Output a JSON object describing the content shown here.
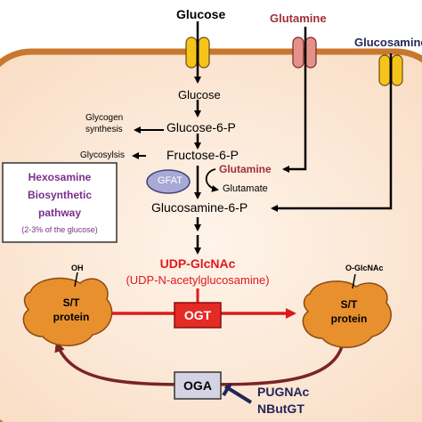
{
  "inputs": {
    "glucose": "Glucose",
    "glutamine": "Glutamine",
    "glucosamine": "Glucosamine"
  },
  "pathway": {
    "glucose_inside": "Glucose",
    "glucose_6p": "Glucose-6-P",
    "fructose_6p": "Fructose-6-P",
    "glucosamine_6p": "Glucosamine-6-P",
    "glutamine_inside": "Glutamine",
    "glutamate": "Glutamate",
    "gfat": "GFAT",
    "glycogen_line1": "Glycogen",
    "glycogen_line2": "synthesis",
    "glycolysis": "Glycosylsis"
  },
  "hbp_box": {
    "line1": "Hexosamine",
    "line2": "Biosynthetic",
    "line3": "pathway",
    "note": "(2-3% of the glucose)"
  },
  "udp": {
    "title": "UDP-GlcNAc",
    "subtitle": "(UDP-N-acetylglucosamine)"
  },
  "protein_left": {
    "mod": "OH",
    "line1": "S/T",
    "line2": "protein"
  },
  "protein_right": {
    "mod": "O-GlcNAc",
    "line1": "S/T",
    "line2": "protein"
  },
  "enzymes": {
    "ogt": "OGT",
    "oga": "OGA"
  },
  "inhibitors": {
    "pugnac": "PUGNAc",
    "nbutgt": "NButGT"
  },
  "colors": {
    "cell_fill": "#fbe6d3",
    "cell_border": "#c8782e",
    "glutamine": "#a0303a",
    "purple": "#7a2e8c",
    "red": "#e0191b",
    "ogt_fill": "#e42b24",
    "oga_fill": "#d4d3e4",
    "gfat_fill": "#a9a9d6",
    "arc": "#7a2424",
    "navy": "#25255a",
    "protein": "#e8902e"
  }
}
